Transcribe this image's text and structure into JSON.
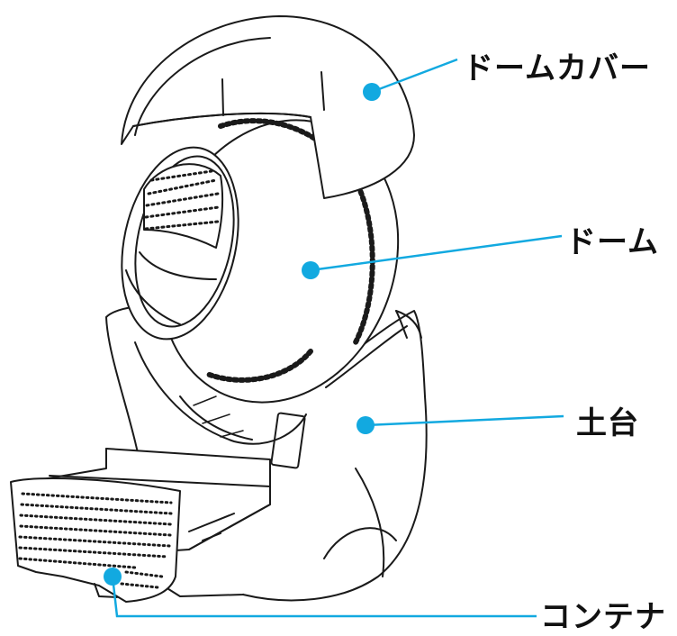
{
  "labels": {
    "dome_cover": "ドームカバー",
    "dome": "ドーム",
    "base": "土台",
    "container": "コンテナ"
  },
  "colors": {
    "leader": "#12a9e0",
    "outline": "#1a1a1a",
    "text": "#111111",
    "background": "#ffffff"
  }
}
